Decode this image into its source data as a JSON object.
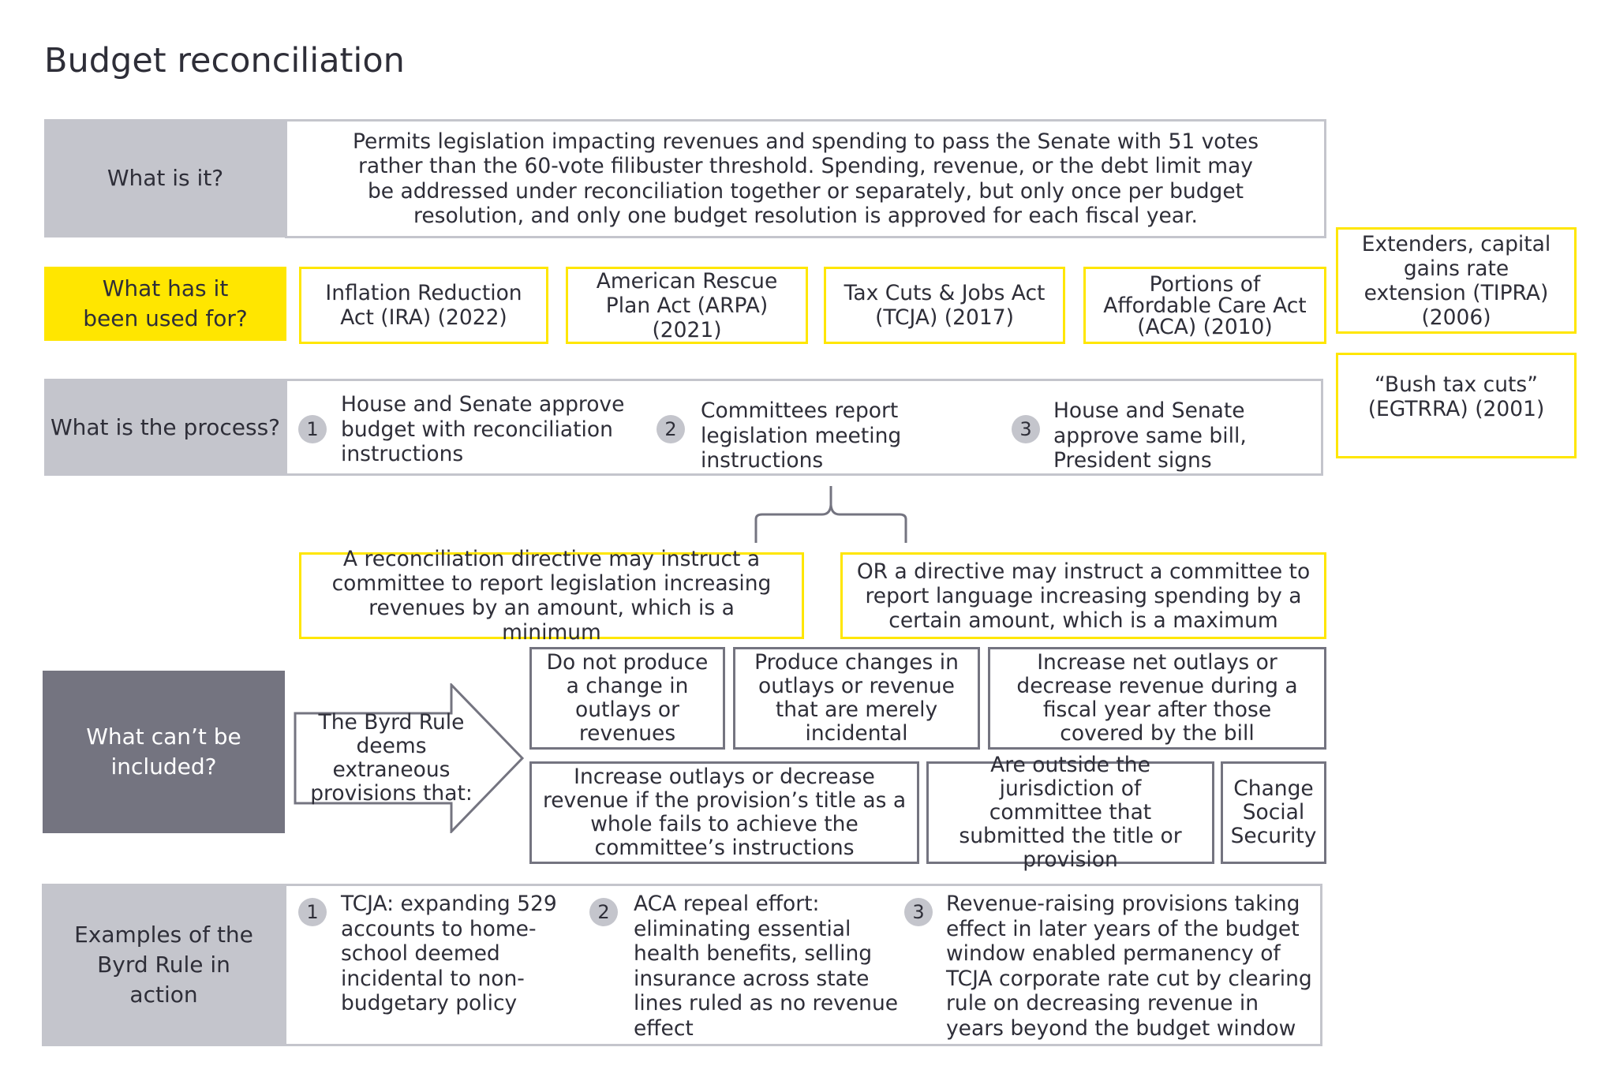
{
  "title": "Budget reconciliation",
  "what_is_it": {
    "label": "What is it?",
    "text": "Permits legislation impacting revenues and spending to pass the Senate with 51 votes rather than the 60-vote filibuster threshold. Spending, revenue, or the debt limit may be addressed under reconciliation together or separately, but only once per budget resolution, and only one budget resolution is approved for each fiscal year."
  },
  "used_for": {
    "label": "What has it been used for?",
    "items": [
      "Inflation Reduction Act (IRA) (2022)",
      "American Rescue Plan Act (ARPA) (2021)",
      "Tax Cuts & Jobs Act (TCJA) (2017)",
      "Portions of Affordable Care Act (ACA) (2010)",
      "Extenders, capital gains rate extension (TIPRA) (2006)",
      "“Bush tax cuts” (EGTRRA) (2001)"
    ]
  },
  "process": {
    "label": "What is the process?",
    "steps": [
      {
        "num": "1",
        "text": "House and Senate approve budget with reconciliation instructions"
      },
      {
        "num": "2",
        "text": "Committees report legislation meeting instructions"
      },
      {
        "num": "3",
        "text": "House and Senate approve same bill, President signs"
      }
    ]
  },
  "directives": [
    "A reconciliation directive may instruct a committee to report legislation increasing revenues by an amount, which is a minimum",
    "OR a directive may instruct a committee to report language increasing spending by a certain amount, which is a maximum"
  ],
  "cant_include": {
    "label": "What can’t be included?",
    "arrow_text": "The Byrd Rule deems extraneous provisions that:",
    "provisions": [
      "Do not produce a change in outlays or revenues",
      "Produce changes in outlays or revenue that are merely incidental",
      "Increase net outlays or decrease revenue during a fiscal year after those covered by the bill",
      "Increase outlays or decrease revenue if the provision’s title as a whole fails to achieve the committee’s instructions",
      "Are outside the jurisdiction of committee that submitted the title or provision",
      "Change Social Security"
    ]
  },
  "examples": {
    "label": "Examples of the Byrd Rule in action",
    "items": [
      {
        "num": "1",
        "text": "TCJA: expanding 529 accounts to home-school deemed incidental to non-budgetary policy"
      },
      {
        "num": "2",
        "text": "ACA repeal effort: eliminating essential health benefits, selling insurance across state lines ruled as no revenue effect"
      },
      {
        "num": "3",
        "text": "Revenue-raising provisions taking effect in later years of the budget window enabled permanency of TCJA corporate rate cut by clearing rule on decreasing revenue in years beyond the budget window"
      }
    ]
  },
  "colors": {
    "yellow": "#ffe600",
    "light_gray": "#c4c5cc",
    "dark_gray": "#747480",
    "text": "#2e2e38"
  }
}
